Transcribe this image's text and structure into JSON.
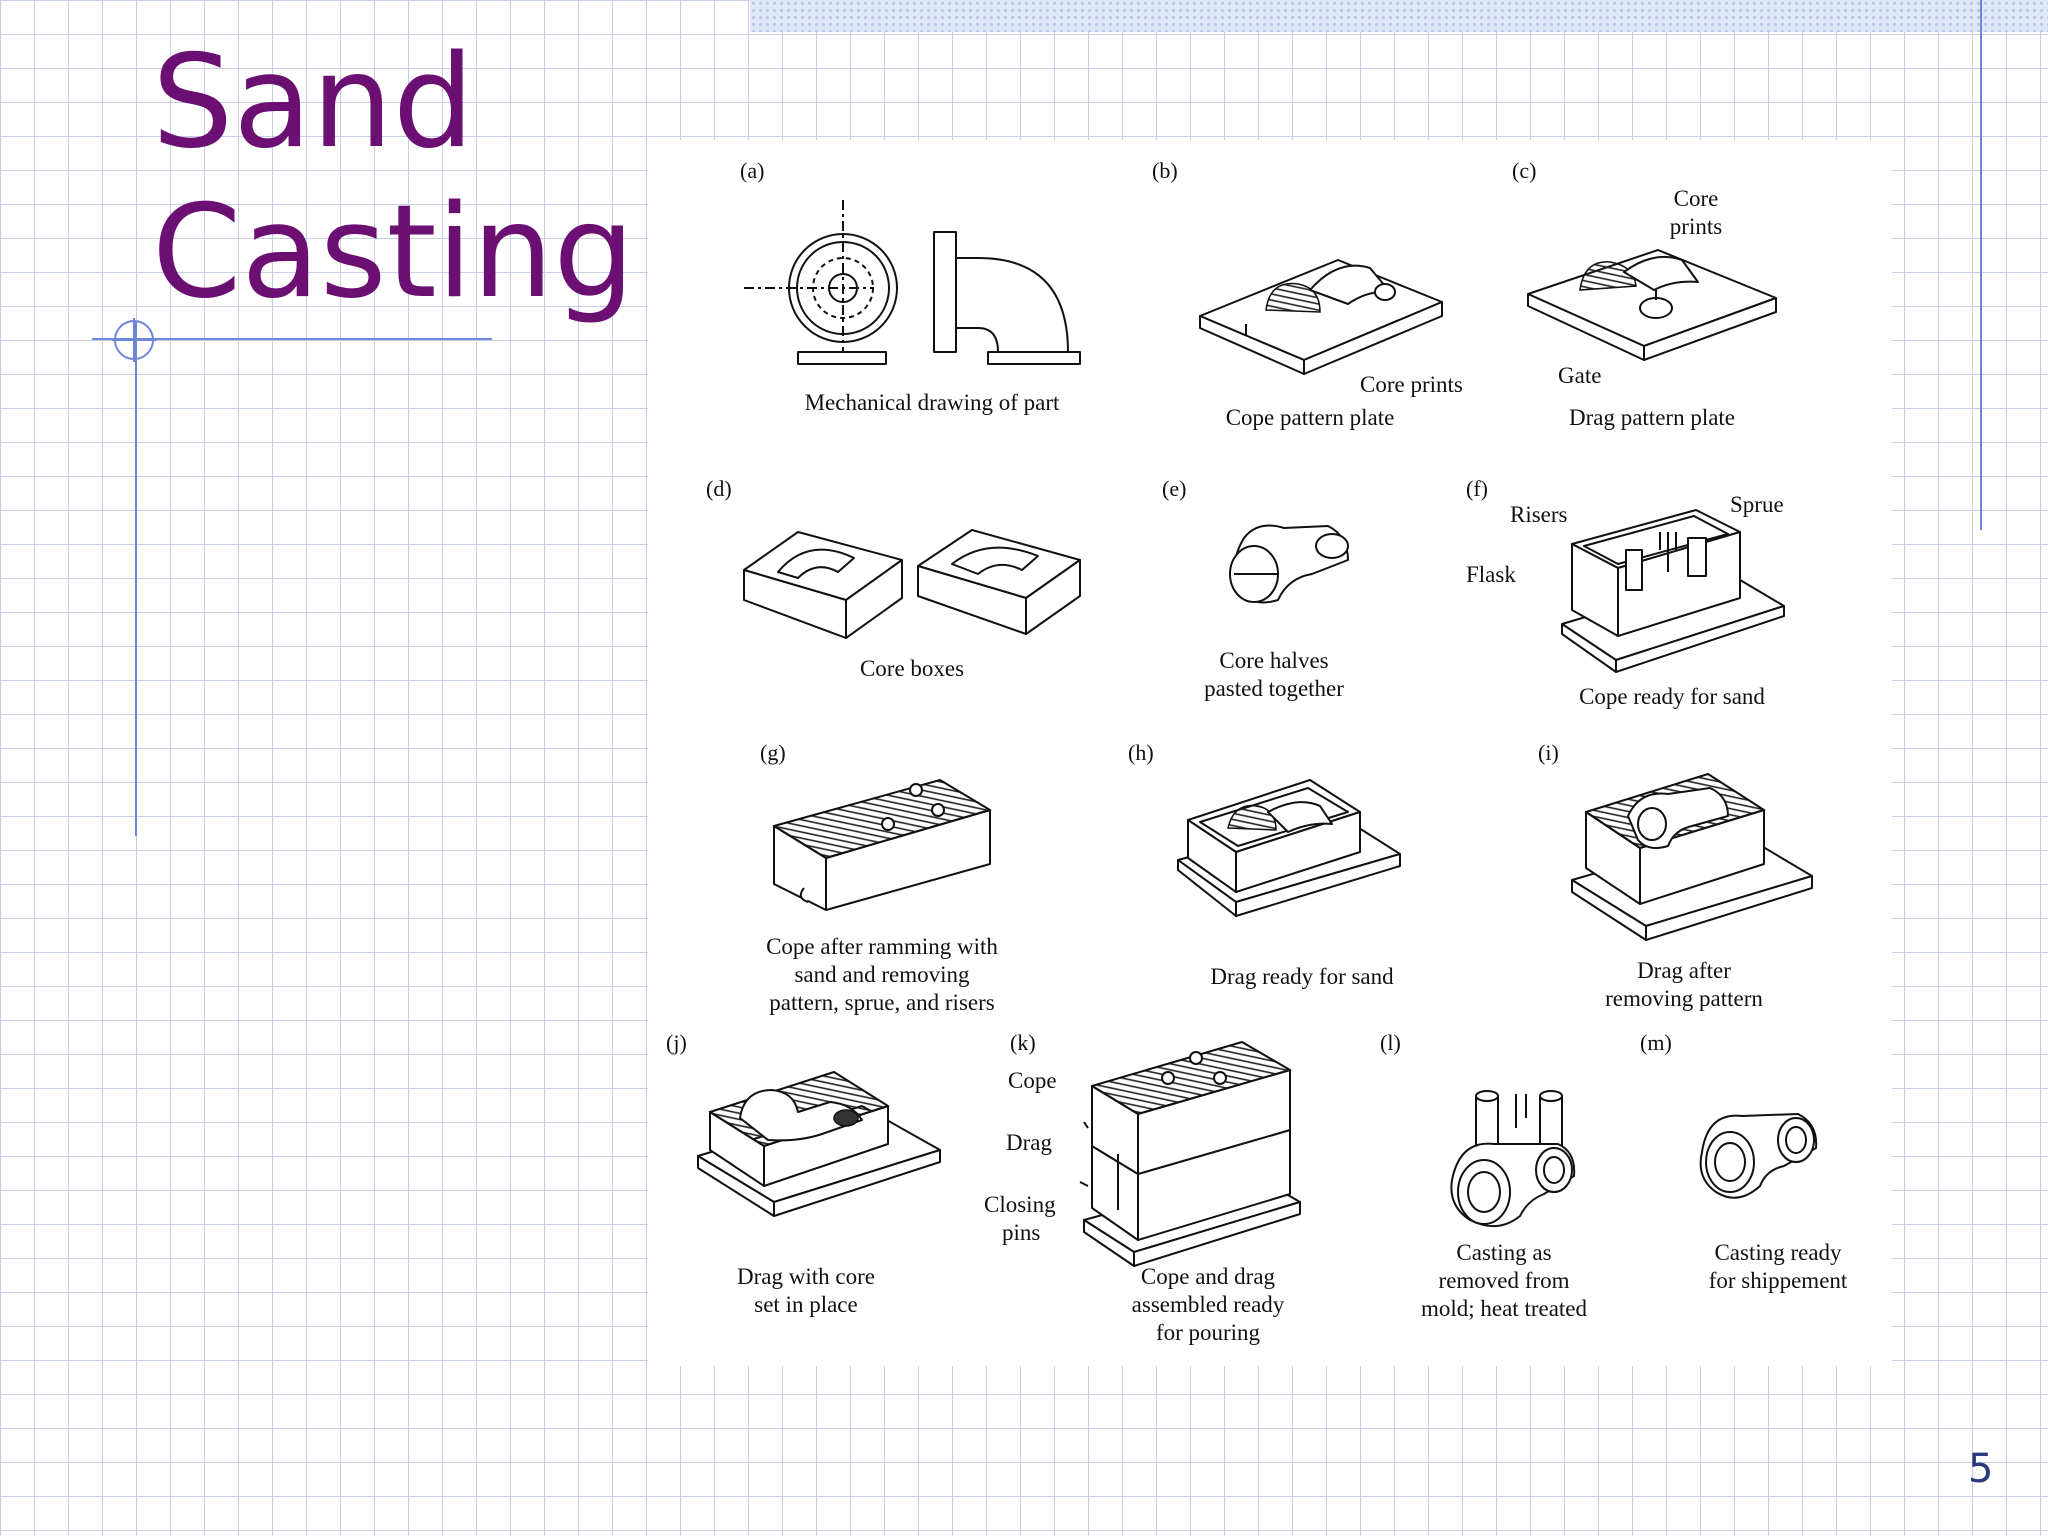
{
  "slide": {
    "title_line1": "Sand",
    "title_line2": "Casting",
    "page_number": "5",
    "accent_color": "#6b0f72",
    "rule_color": "#6f86d8"
  },
  "figure": {
    "a": {
      "tag": "(a)",
      "caption": [
        "Mechanical drawing of part"
      ]
    },
    "b": {
      "tag": "(b)",
      "caption": [
        "Cope pattern plate"
      ],
      "label_core_prints": "Core prints"
    },
    "c": {
      "tag": "(c)",
      "caption": [
        "Drag pattern plate"
      ],
      "label_core_prints": [
        "Core",
        "prints"
      ],
      "label_gate": "Gate"
    },
    "d": {
      "tag": "(d)",
      "caption": [
        "Core boxes"
      ]
    },
    "e": {
      "tag": "(e)",
      "caption": [
        "Core halves",
        "pasted together"
      ]
    },
    "f": {
      "tag": "(f)",
      "caption": [
        "Cope ready for sand"
      ],
      "label_risers": "Risers",
      "label_sprue": "Sprue",
      "label_flask": "Flask"
    },
    "g": {
      "tag": "(g)",
      "caption": [
        "Cope after ramming with",
        "sand and removing",
        "pattern, sprue, and risers"
      ]
    },
    "h": {
      "tag": "(h)",
      "caption": [
        "Drag ready for sand"
      ]
    },
    "i": {
      "tag": "(i)",
      "caption": [
        "Drag after",
        "removing pattern"
      ]
    },
    "j": {
      "tag": "(j)",
      "caption": [
        "Drag with core",
        "set in place"
      ]
    },
    "k": {
      "tag": "(k)",
      "caption": [
        "Cope and drag",
        "assembled ready",
        "for pouring"
      ],
      "label_cope": "Cope",
      "label_drag": "Drag",
      "label_closing_pins": [
        "Closing",
        "pins"
      ]
    },
    "l": {
      "tag": "(l)",
      "caption": [
        "Casting as",
        "removed from",
        "mold; heat treated"
      ]
    },
    "m": {
      "tag": "(m)",
      "caption": [
        "Casting ready",
        "for shippement"
      ]
    }
  }
}
